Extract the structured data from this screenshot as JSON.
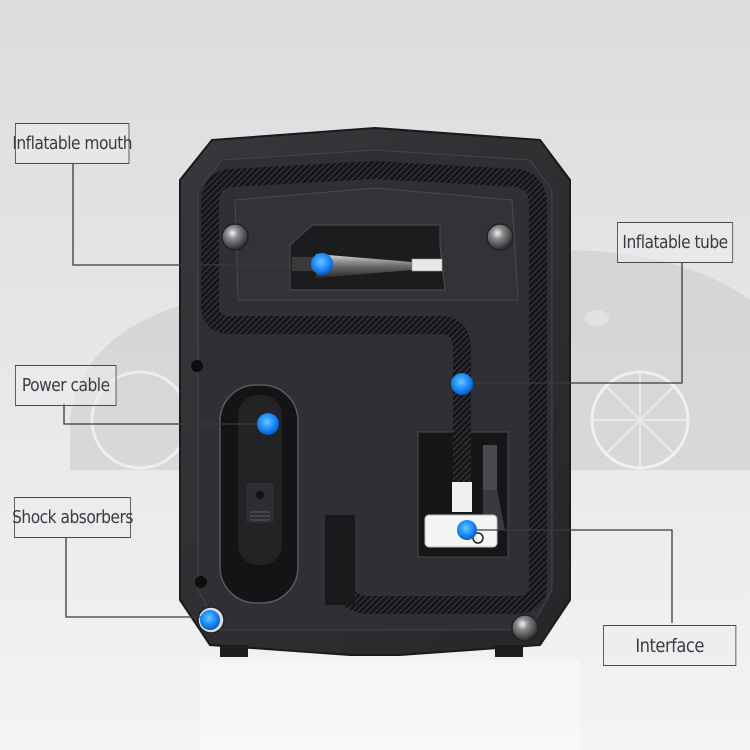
{
  "image": {
    "subject": "Portable car tire air compressor, top view, with labeled components",
    "background": "Blurred grey car silhouette on light grey gradient",
    "colors": {
      "background": "#e4e4e6",
      "device_body": "#2d2d30",
      "device_bevel": "#3c3c40",
      "hose": "#1a1a1c",
      "marker_blue": "#1e90ff",
      "callout_border": "#4a4a4e",
      "callout_text": "#3b3b40",
      "leader_line": "#3a3a3e"
    }
  },
  "callouts": [
    {
      "id": "inflatable-mouth",
      "label": "Inflatable mouth"
    },
    {
      "id": "inflatable-tube",
      "label": "Inflatable tube"
    },
    {
      "id": "power-cable",
      "label": "Power cable"
    },
    {
      "id": "shock-absorbers",
      "label": "Shock absorbers"
    },
    {
      "id": "interface",
      "label": "Interface"
    }
  ]
}
